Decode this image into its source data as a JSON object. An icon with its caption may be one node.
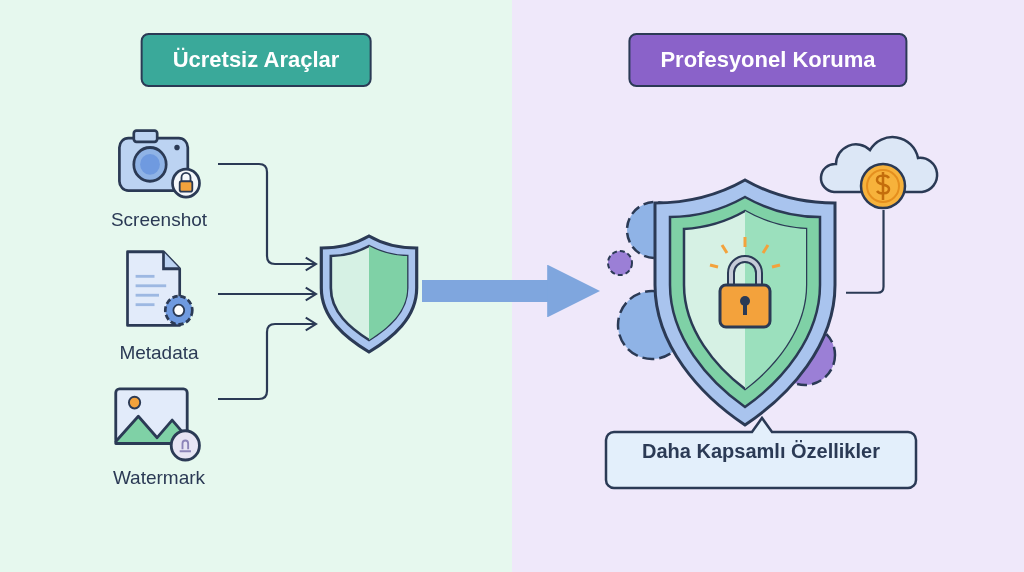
{
  "diagram": {
    "nodes": [
      {
        "text": [
          "Ücretsiz Araçlar"
        ]
      },
      {
        "text": [
          "Screenshot"
        ],
        "in": 0
      },
      {
        "text": [
          "Metadata"
        ],
        "in": 0
      },
      {
        "text": [
          "Watermark"
        ],
        "in": 0
      },
      {
        "text": [],
        "shape": "picture",
        "in": 0
      },
      {
        "text": [
          "Profesyonel Koruma"
        ]
      },
      {
        "text": [],
        "shape": "picture",
        "in": 5
      },
      {
        "text": [],
        "shape": "picture",
        "in": 5
      },
      {
        "text": [
          "Daha Kapsamlı Özellikler"
        ],
        "in": 5
      }
    ],
    "edges": [
      {
        "from": 1,
        "to": 4,
        "arrow": "to"
      },
      {
        "from": 2,
        "to": 4,
        "arrow": "to"
      },
      {
        "from": 3,
        "to": 4,
        "arrow": "to"
      },
      {
        "from": 4,
        "to": 6,
        "arrow": "to",
        "style": "thick",
        "color": "#7fa6de"
      },
      {
        "from": 7,
        "to": 6,
        "arrow": "none"
      }
    ]
  }
}
